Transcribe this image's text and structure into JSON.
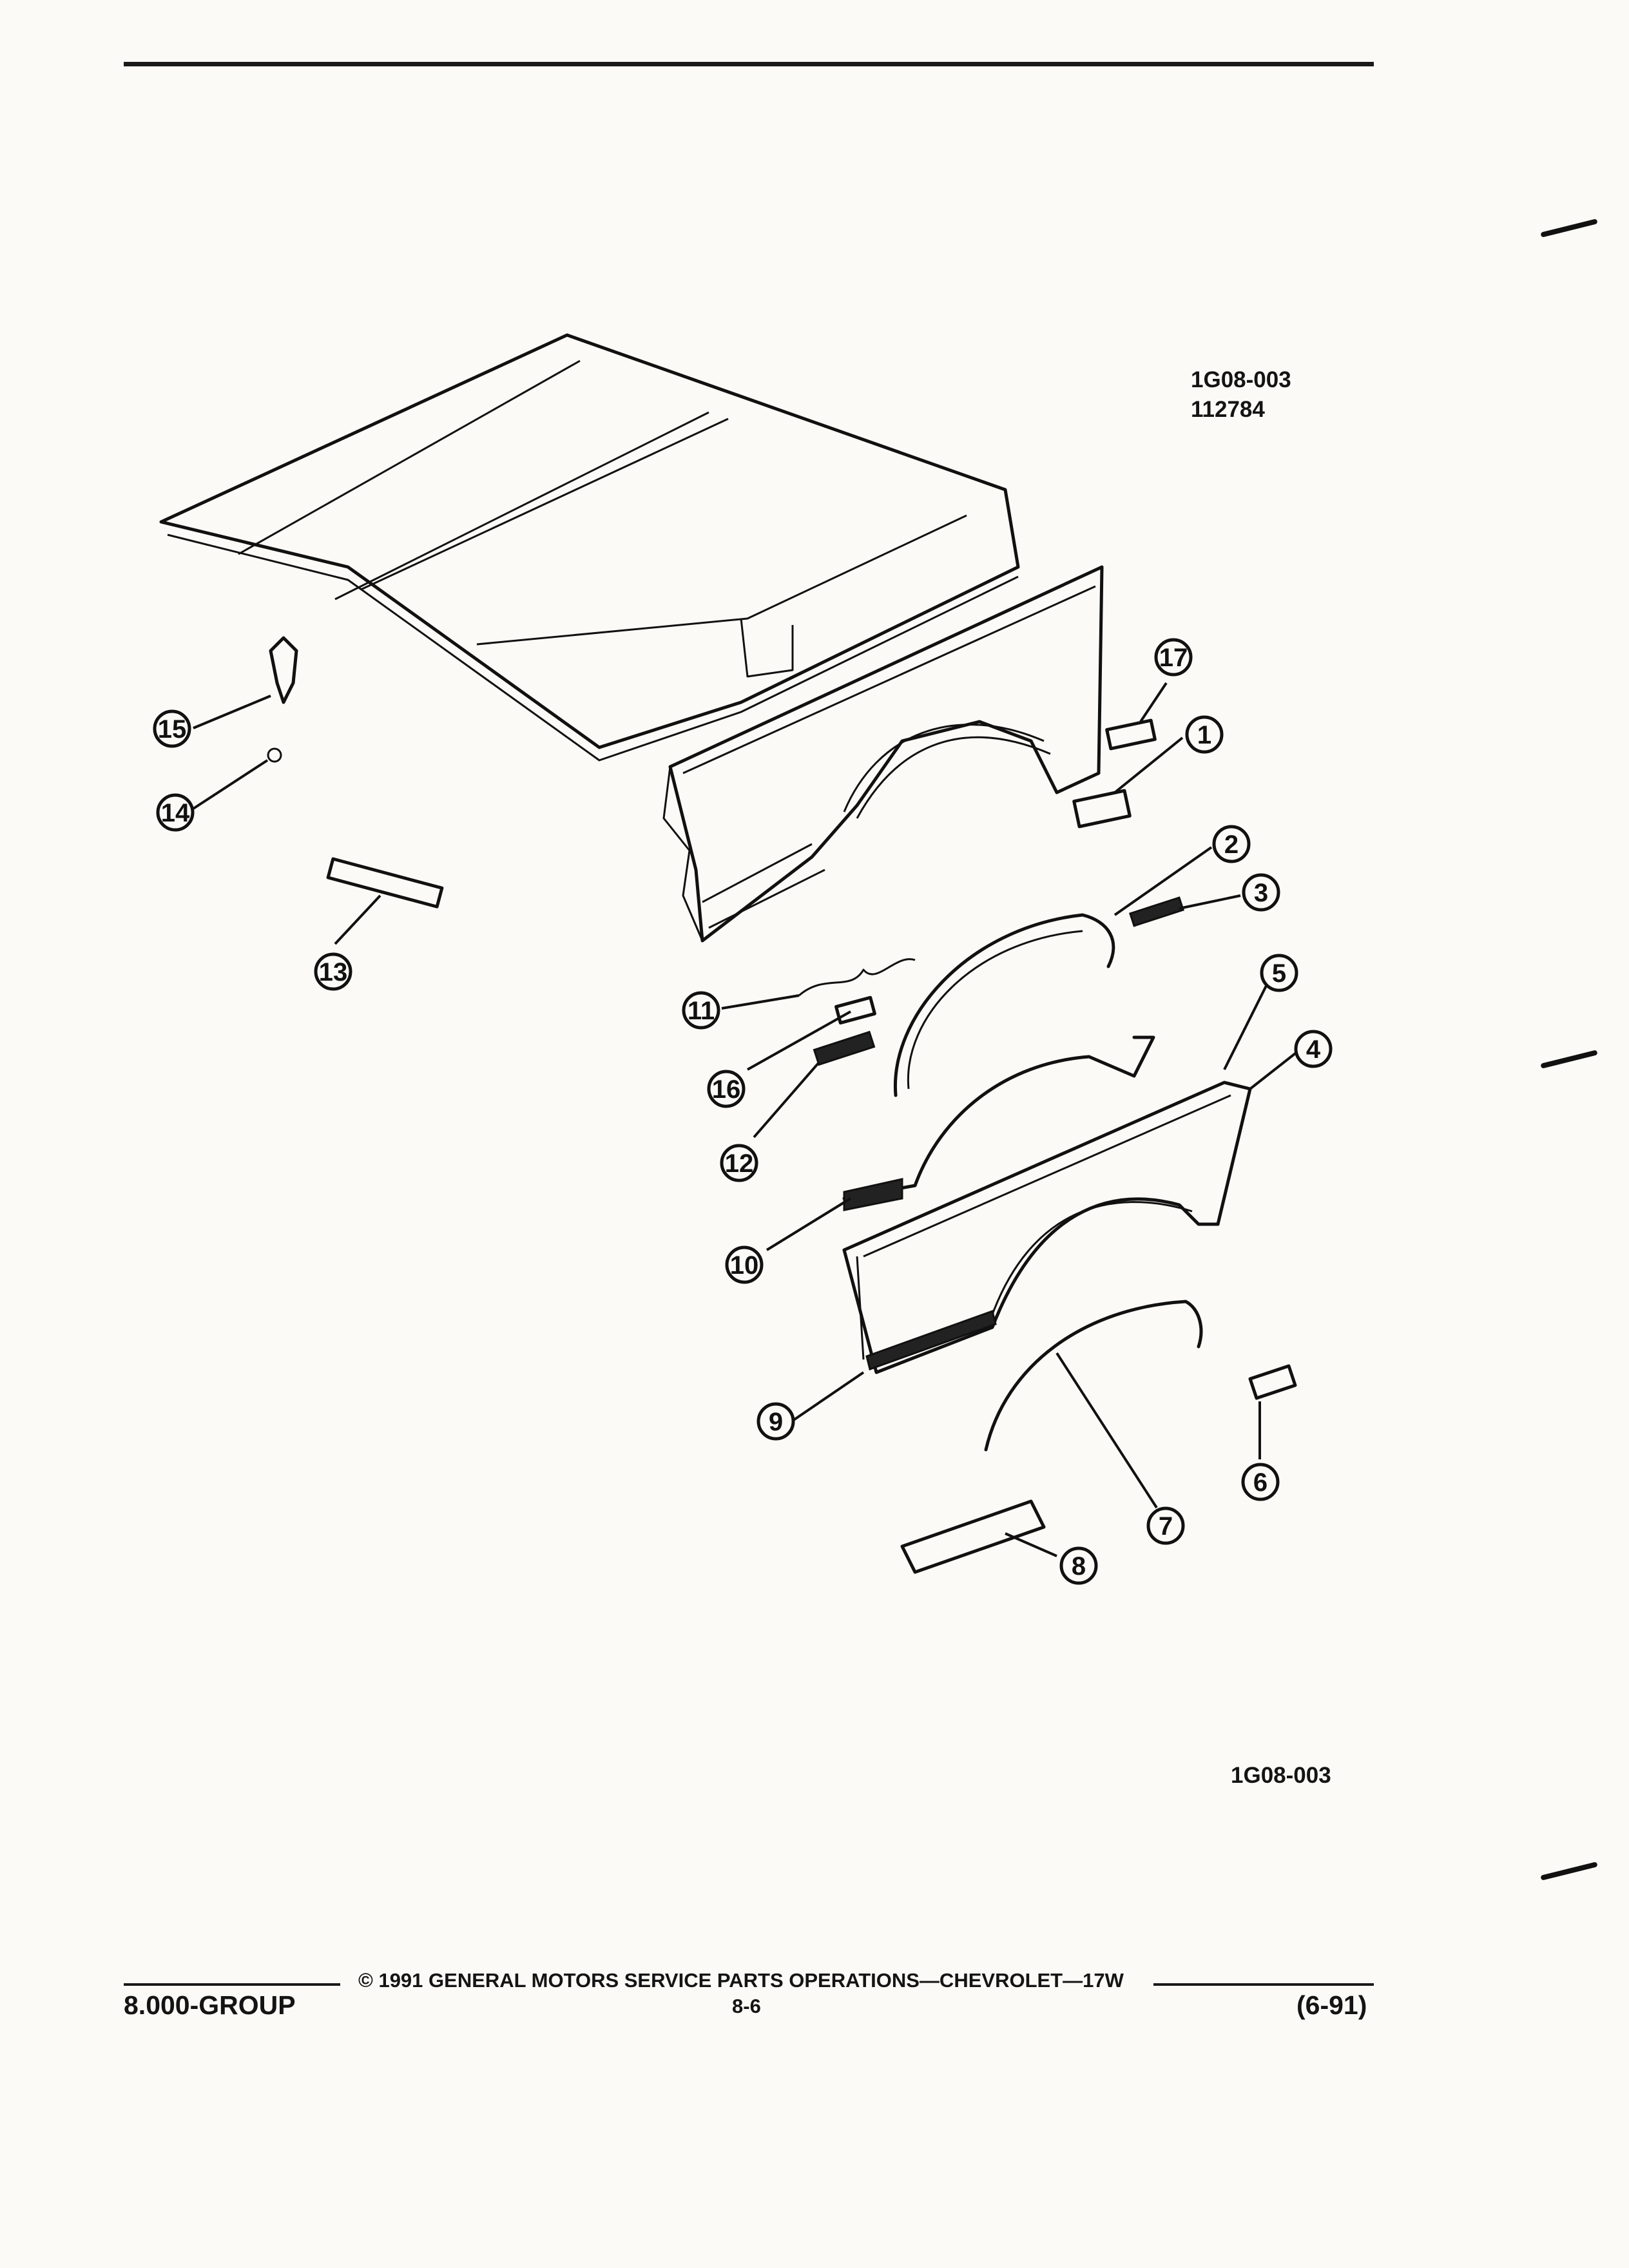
{
  "header": {
    "illustration_id": "1G08-003",
    "illustration_number": "112784"
  },
  "illustration": {
    "caption_id": "1G08-003",
    "callouts": [
      "1",
      "2",
      "3",
      "4",
      "5",
      "6",
      "7",
      "8",
      "9",
      "10",
      "11",
      "12",
      "13",
      "14",
      "15",
      "16",
      "17"
    ]
  },
  "footer": {
    "copyright": "© 1991 GENERAL MOTORS SERVICE PARTS OPERATIONS—CHEVROLET—17W",
    "group": "8.000-GROUP",
    "page_number": "8-6",
    "revision": "(6-91)"
  }
}
